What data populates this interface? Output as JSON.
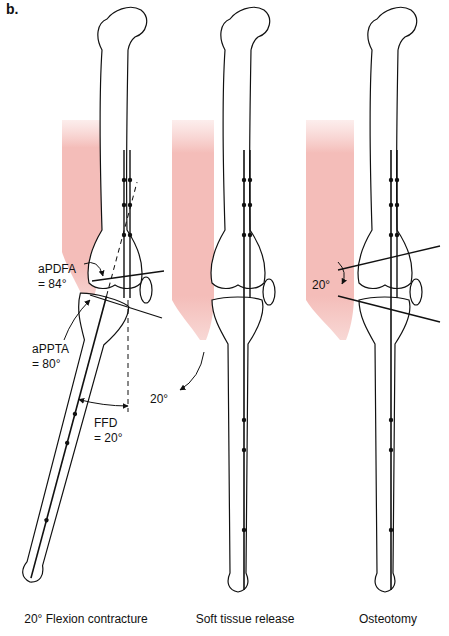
{
  "diagram": {
    "labels": [
      "b.",
      "aPDFA = 84°",
      "aPPTA = 80°",
      "FFD = 20°",
      "20°",
      "20°",
      "20° Flexion contracture",
      "Soft tissue release",
      "Osteotomy"
    ]
  }
}
